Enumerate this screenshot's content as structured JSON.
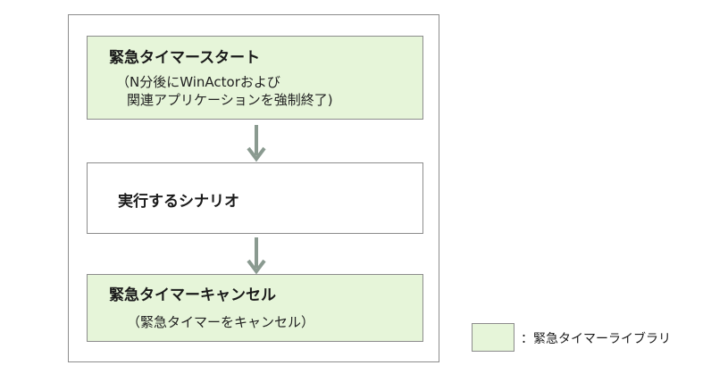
{
  "flow": {
    "start_box": {
      "title": "緊急タイマースタート",
      "line1": "（N分後にWinActorおよび",
      "line2": "関連アプリケーションを強制終了)"
    },
    "scenario_box": {
      "title": "実行するシナリオ"
    },
    "cancel_box": {
      "title": "緊急タイマーキャンセル",
      "line1": "（緊急タイマーをキャンセル）"
    }
  },
  "legend": {
    "label": "：緊急タイマーライブラリ",
    "swatch_color": "#e6f5d9"
  },
  "colors": {
    "library_fill": "#e6f5d9",
    "border": "#8c8c8c",
    "arrow": "#8a9a90"
  }
}
